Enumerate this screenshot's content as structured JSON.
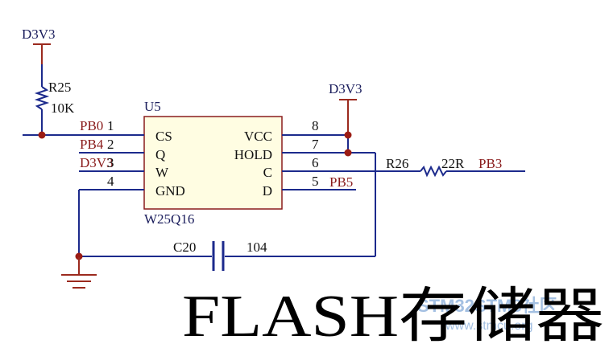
{
  "chip": {
    "ref": "U5",
    "part": "W25Q16",
    "pins_left": [
      {
        "num": "1",
        "name": "CS",
        "net": "PB0"
      },
      {
        "num": "2",
        "name": "Q",
        "net": "PB4"
      },
      {
        "num": "3",
        "name": "W",
        "net": "D3V3"
      },
      {
        "num": "4",
        "name": "GND",
        "net": ""
      }
    ],
    "pins_right": [
      {
        "num": "8",
        "name": "VCC",
        "net": ""
      },
      {
        "num": "7",
        "name": "HOLD",
        "net": ""
      },
      {
        "num": "6",
        "name": "C",
        "net": ""
      },
      {
        "num": "5",
        "name": "D",
        "net": "PB5"
      }
    ]
  },
  "power": {
    "left": "D3V3",
    "right": "D3V3"
  },
  "resistors": [
    {
      "ref": "R25",
      "value": "10K"
    },
    {
      "ref": "R26",
      "value": "22R",
      "net": "PB3"
    }
  ],
  "capacitor": {
    "ref": "C20",
    "value": "104"
  },
  "title": "FLASH存储器",
  "watermark": {
    "line1": "STM32STM8社区",
    "line2": "www.stmcu.org"
  }
}
